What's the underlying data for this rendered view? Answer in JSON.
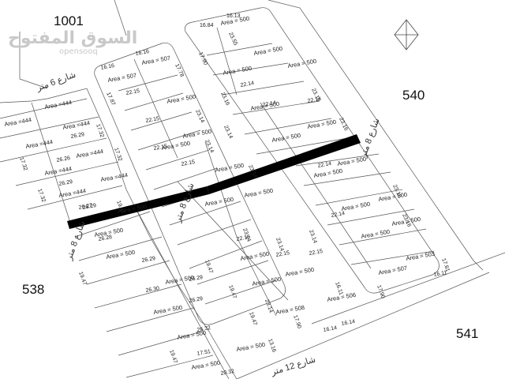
{
  "map": {
    "block_numbers": {
      "north": "1001",
      "west": "538",
      "east": "540",
      "southeast": "541"
    },
    "area_label": "Area",
    "area_value_large": "= 500",
    "area_value_small": "=444",
    "area_value_507": "= 507",
    "area_value_503": "= 503",
    "area_value_508": "= 508",
    "area_value_506": "= 506",
    "streets": {
      "street_6m": "شارع 6 متر",
      "street_8m_west": "شارع 8 متر",
      "street_8m_center": "شارع 8 متر",
      "street_8m_east": "شارع 8 متر",
      "street_12m": "شارع 12 متر"
    },
    "dimensions": [
      "16.84",
      "16.13",
      "23.55",
      "17.90",
      "16.16",
      "16.16",
      "17.78",
      "17.87",
      "22.15",
      "23.14",
      "22.14",
      "23.16",
      "26.29",
      "17.32",
      "26.26",
      "26.27",
      "19.47",
      "26.28",
      "26.30",
      "26.32",
      "16.14",
      "17.61",
      "16.11",
      "17.51",
      "20.32",
      "13.16"
    ],
    "watermark": {
      "arabic": "السوق المفتوح",
      "latin": "opensooq"
    },
    "north_arrow": "compass-diamond"
  }
}
